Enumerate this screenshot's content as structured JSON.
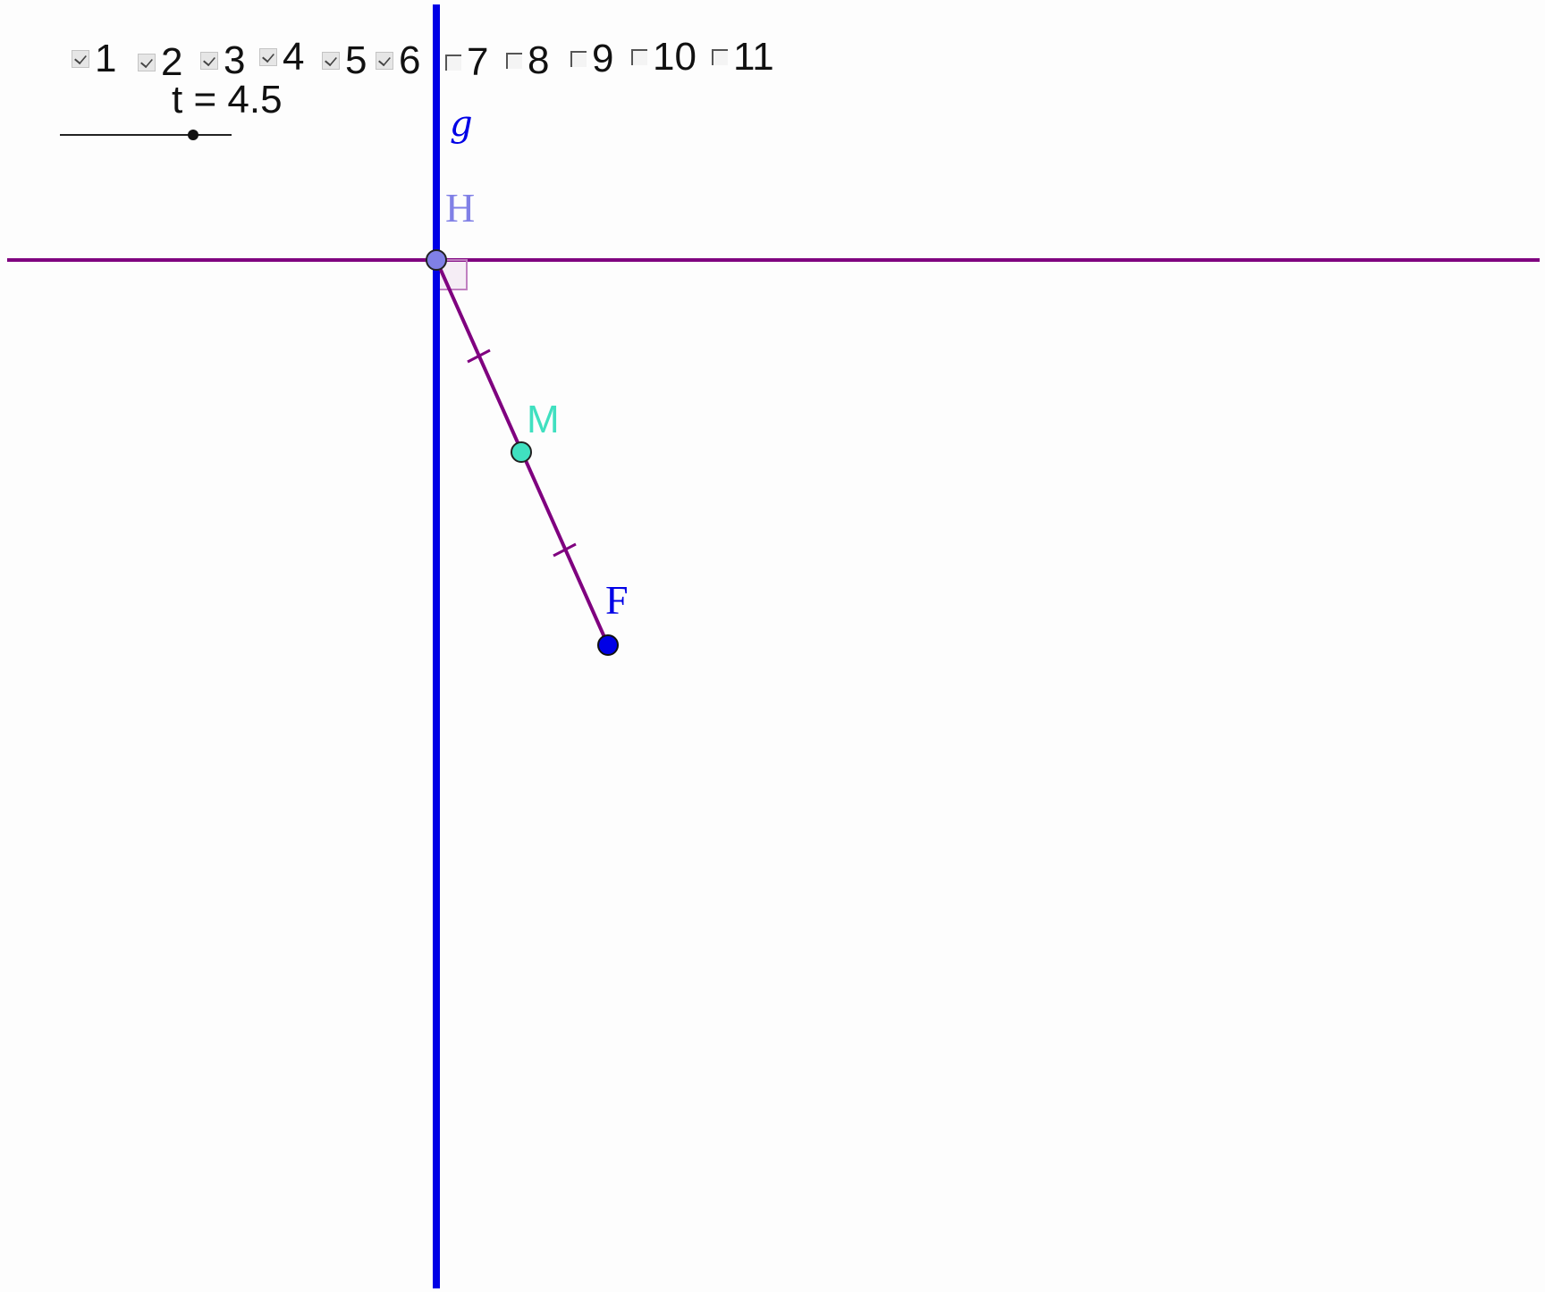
{
  "checkboxes": [
    {
      "label": "1",
      "checked": true
    },
    {
      "label": "2",
      "checked": true
    },
    {
      "label": "3",
      "checked": true
    },
    {
      "label": "4",
      "checked": true
    },
    {
      "label": "5",
      "checked": true
    },
    {
      "label": "6",
      "checked": true
    },
    {
      "label": "7",
      "checked": false
    },
    {
      "label": "8",
      "checked": false
    },
    {
      "label": "9",
      "checked": false
    },
    {
      "label": "10",
      "checked": false
    },
    {
      "label": "11",
      "checked": false
    }
  ],
  "slider": {
    "label": "t = 4.5",
    "value": 4.5
  },
  "labels": {
    "line_g": "g",
    "point_H": "H",
    "point_M": "M",
    "point_F": "F"
  },
  "colors": {
    "line_g": "#0000e6",
    "perpendicular": "#7f007f",
    "point_H": "#8080e6",
    "point_M": "#40e0c0",
    "point_F": "#0000e6"
  }
}
